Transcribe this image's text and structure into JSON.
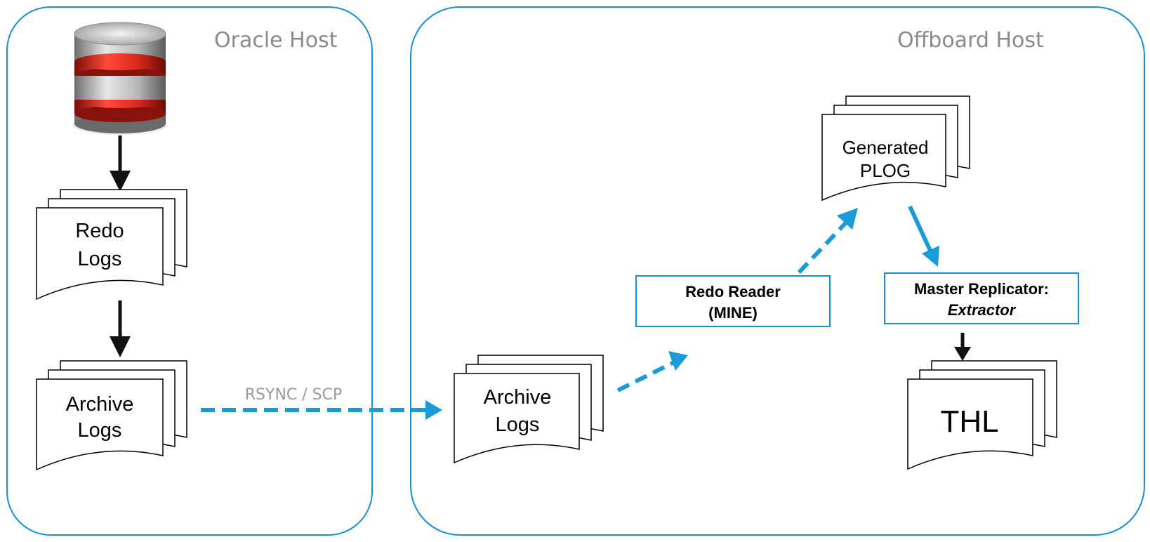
{
  "hosts": {
    "oracle": {
      "label": "Oracle Host"
    },
    "offboard": {
      "label": "Offboard Host"
    }
  },
  "oracle_side": {
    "database_icon": "database-icon",
    "redo_logs": {
      "line1": "Redo",
      "line2": "Logs"
    },
    "archive_logs": {
      "line1": "Archive",
      "line2": "Logs"
    }
  },
  "transfer": {
    "label": "RSYNC / SCP"
  },
  "offboard_side": {
    "archive_logs": {
      "line1": "Archive",
      "line2": "Logs"
    },
    "redo_reader": {
      "line1": "Redo Reader",
      "line2": "(MINE)"
    },
    "generated_plog": {
      "line1": "Generated",
      "line2": "PLOG"
    },
    "master_replicator": {
      "line1": "Master Replicator:",
      "line2": "Extractor"
    },
    "thl": {
      "label": "THL"
    }
  },
  "colors": {
    "border_blue": "#1a8fd0",
    "arrow_blue": "#1a9ad8",
    "arrow_black": "#111111",
    "db_red": "#d9281e",
    "db_silver": "#a9a9a9"
  }
}
